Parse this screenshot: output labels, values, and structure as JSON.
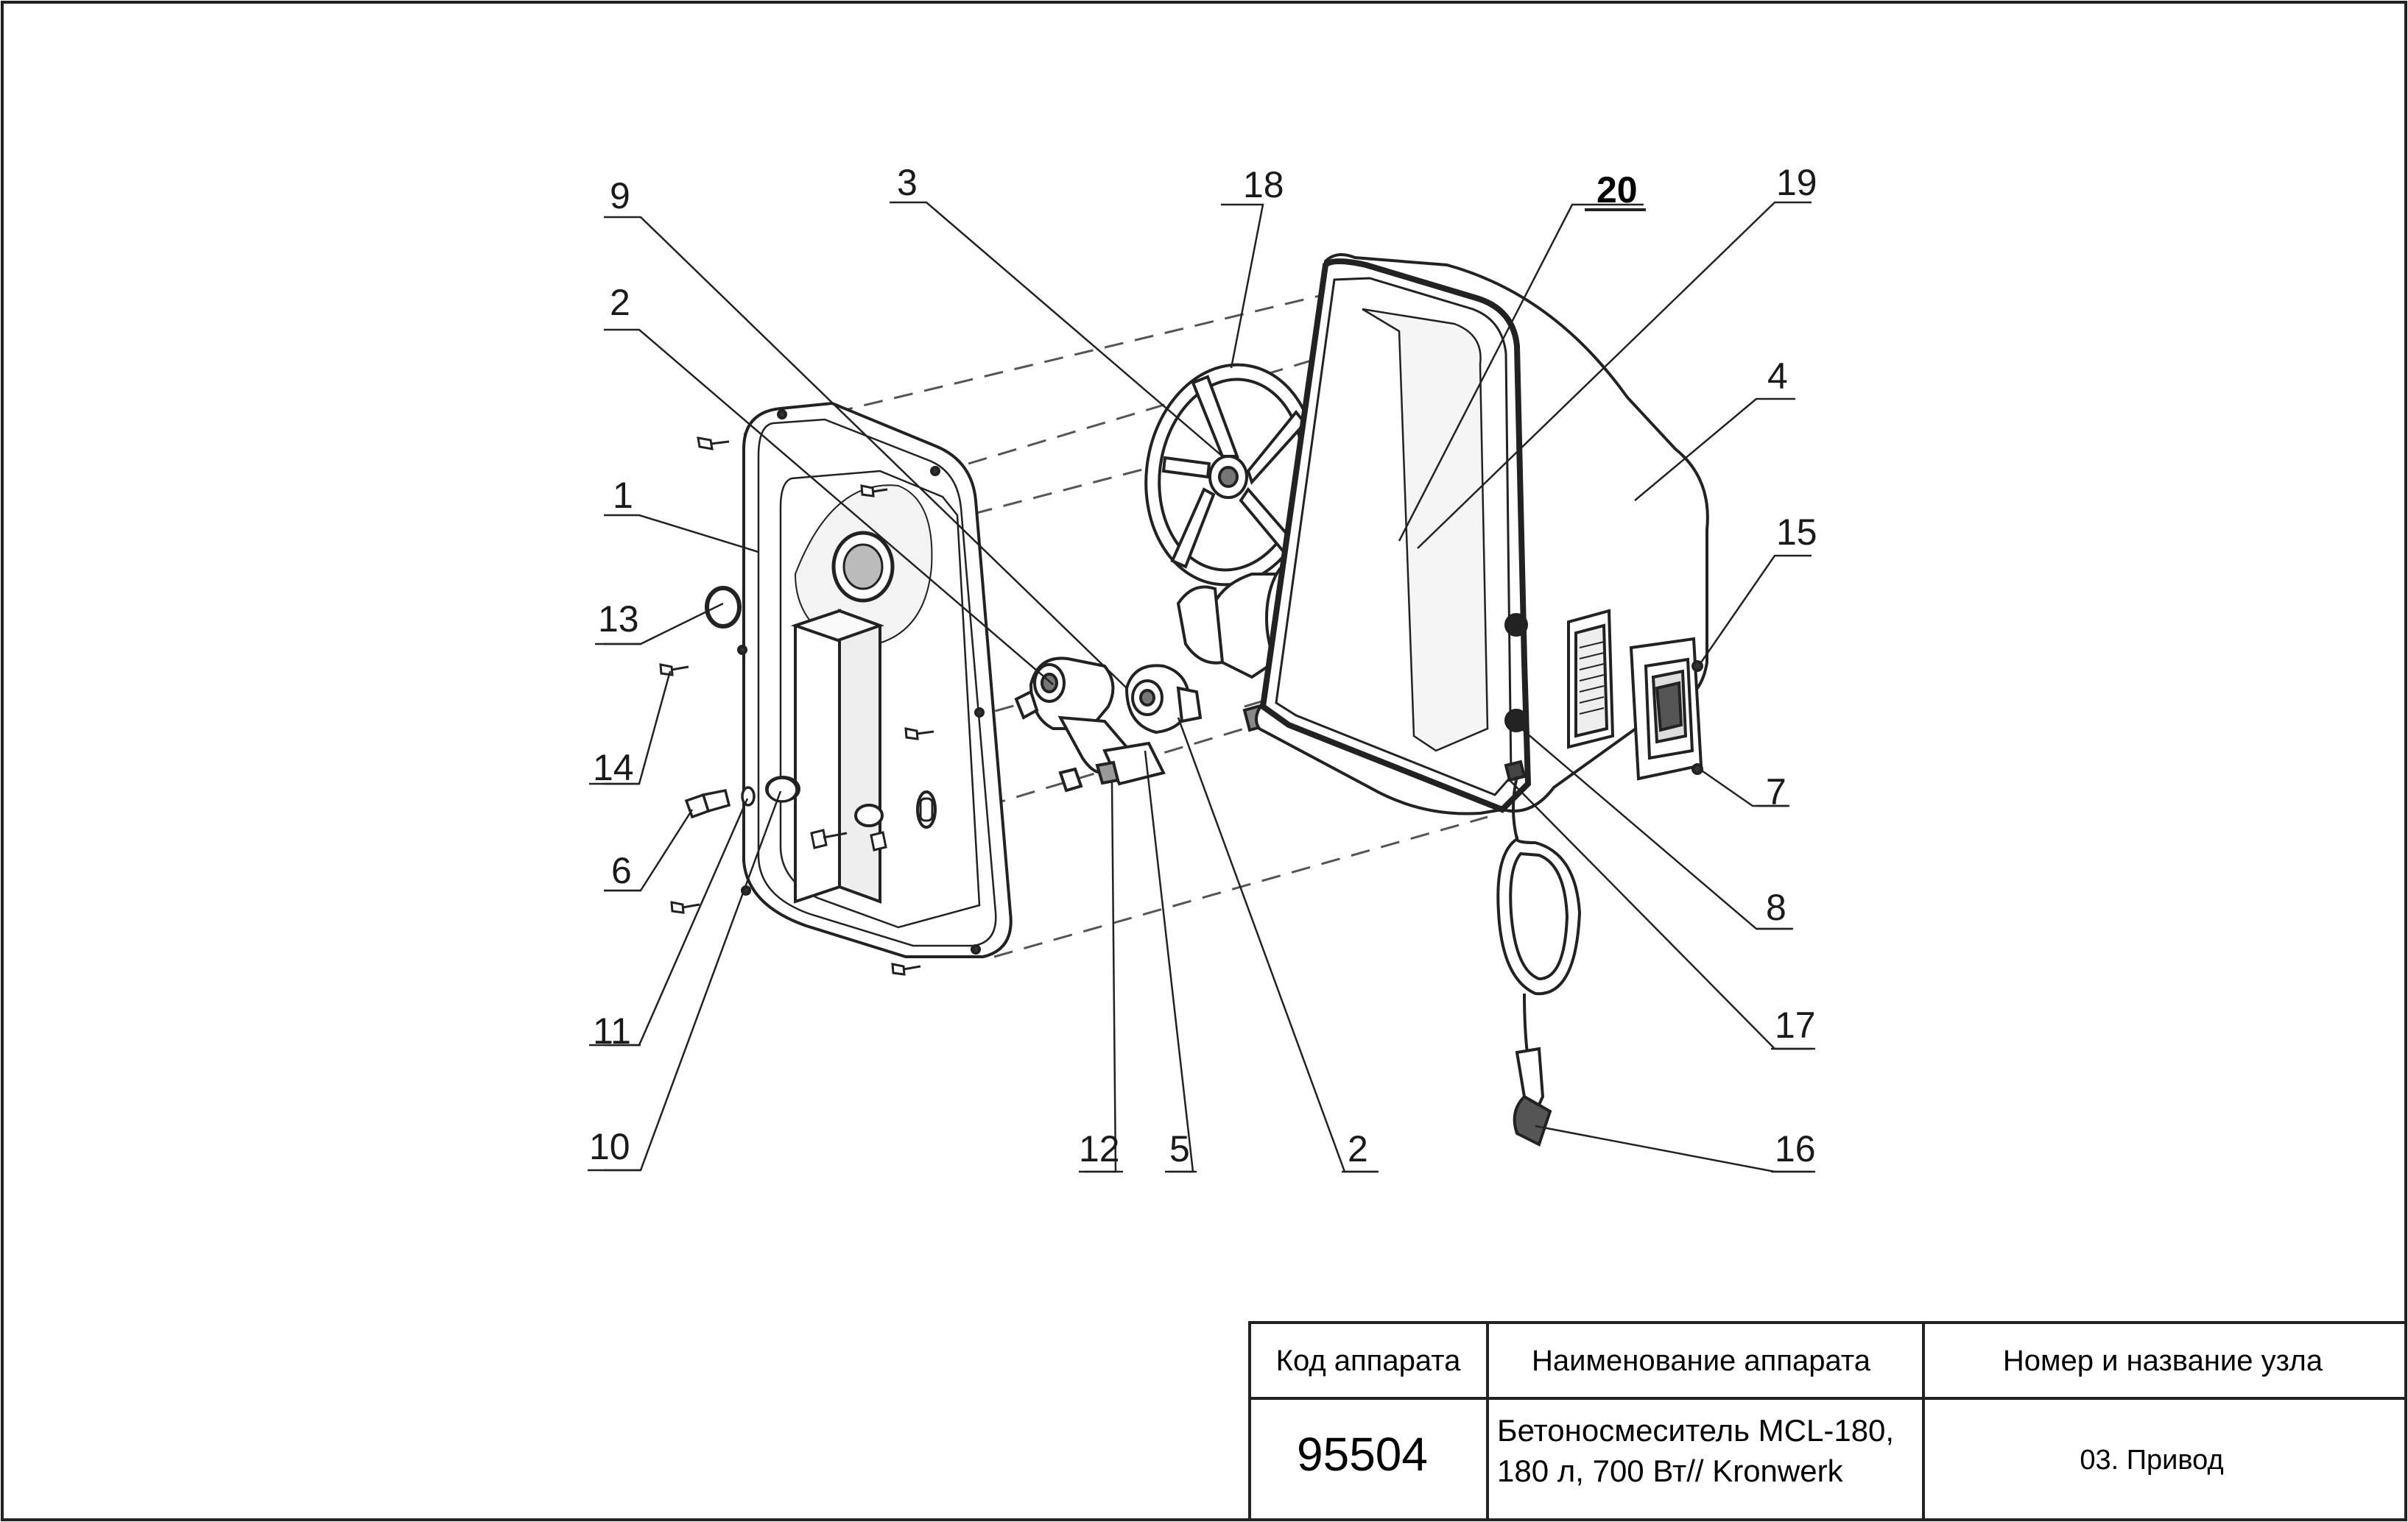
{
  "callouts": [
    {
      "id": "9",
      "label": "9"
    },
    {
      "id": "3",
      "label": "3"
    },
    {
      "id": "18",
      "label": "18"
    },
    {
      "id": "20",
      "label": "20"
    },
    {
      "id": "19",
      "label": "19"
    },
    {
      "id": "2a",
      "label": "2"
    },
    {
      "id": "4",
      "label": "4"
    },
    {
      "id": "1",
      "label": "1"
    },
    {
      "id": "15",
      "label": "15"
    },
    {
      "id": "13",
      "label": "13"
    },
    {
      "id": "14",
      "label": "14"
    },
    {
      "id": "7",
      "label": "7"
    },
    {
      "id": "6",
      "label": "6"
    },
    {
      "id": "8",
      "label": "8"
    },
    {
      "id": "17",
      "label": "17"
    },
    {
      "id": "11",
      "label": "11"
    },
    {
      "id": "10",
      "label": "10"
    },
    {
      "id": "12",
      "label": "12"
    },
    {
      "id": "5",
      "label": "5"
    },
    {
      "id": "2b",
      "label": "2"
    },
    {
      "id": "16",
      "label": "16"
    }
  ],
  "title_block": {
    "header_code": "Код аппарата",
    "header_name": "Наименование аппарата",
    "header_unit": "Номер и название узла",
    "code_value": "95504",
    "name_line1": "Бетоносмеситель MCL-180,",
    "name_line2": "180 л, 700 Вт// Kronwerk",
    "unit_value": "03. Привод"
  }
}
